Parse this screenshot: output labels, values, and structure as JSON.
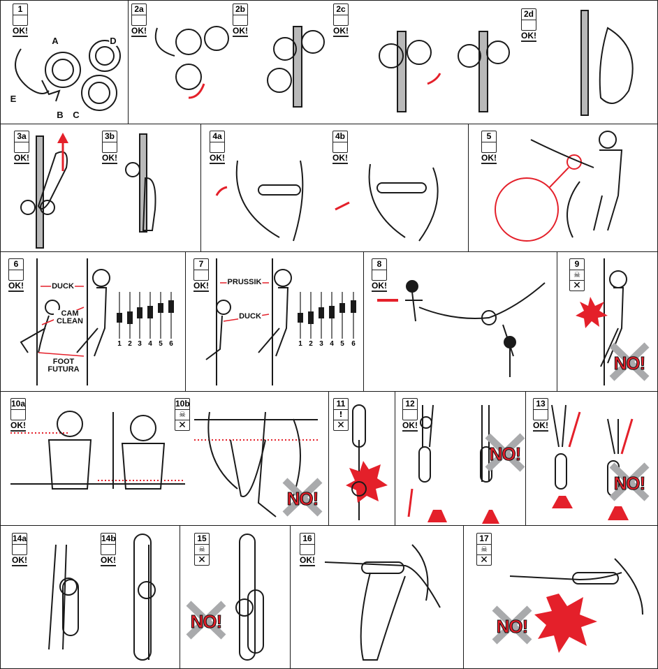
{
  "panels": [
    {
      "id": "1",
      "status": "ok"
    },
    {
      "id": "2a",
      "status": "ok"
    },
    {
      "id": "2b",
      "status": "ok"
    },
    {
      "id": "2c",
      "status": "ok"
    },
    {
      "id": "2d",
      "status": "ok"
    },
    {
      "id": "3a",
      "status": "ok"
    },
    {
      "id": "3b",
      "status": "ok"
    },
    {
      "id": "4a",
      "status": "ok"
    },
    {
      "id": "4b",
      "status": "ok"
    },
    {
      "id": "5",
      "status": "ok"
    },
    {
      "id": "6",
      "status": "ok"
    },
    {
      "id": "7",
      "status": "ok"
    },
    {
      "id": "8",
      "status": "ok"
    },
    {
      "id": "9",
      "status": "danger"
    },
    {
      "id": "10a",
      "status": "ok"
    },
    {
      "id": "10b",
      "status": "danger"
    },
    {
      "id": "11",
      "status": "warning"
    },
    {
      "id": "12",
      "status": "ok"
    },
    {
      "id": "13",
      "status": "ok"
    },
    {
      "id": "14a",
      "status": "ok"
    },
    {
      "id": "14b",
      "status": "ok"
    },
    {
      "id": "15",
      "status": "danger"
    },
    {
      "id": "16",
      "status": "ok"
    },
    {
      "id": "17",
      "status": "danger"
    }
  ],
  "badge_text": {
    "ok": "OK!",
    "no": "NO!",
    "warning_mark": "!",
    "forbidden_mark": "✕",
    "danger_icon": "skull-icon"
  },
  "part_labels": {
    "a": "A",
    "b": "B",
    "c": "C",
    "d": "D",
    "e": "E"
  },
  "panel6": {
    "duck": "DUCK",
    "cam_clean": "CAM CLEAN",
    "foot_futura": "FOOT FUTURA",
    "positions": [
      "1",
      "2",
      "3",
      "4",
      "5",
      "6"
    ]
  },
  "panel7": {
    "prussik": "PRUSSIK",
    "duck": "DUCK",
    "positions": [
      "1",
      "2",
      "3",
      "4",
      "5",
      "6"
    ]
  },
  "colors": {
    "accent": "#e4202a",
    "line": "#1a1a1a",
    "cross": "#a9aaac"
  }
}
